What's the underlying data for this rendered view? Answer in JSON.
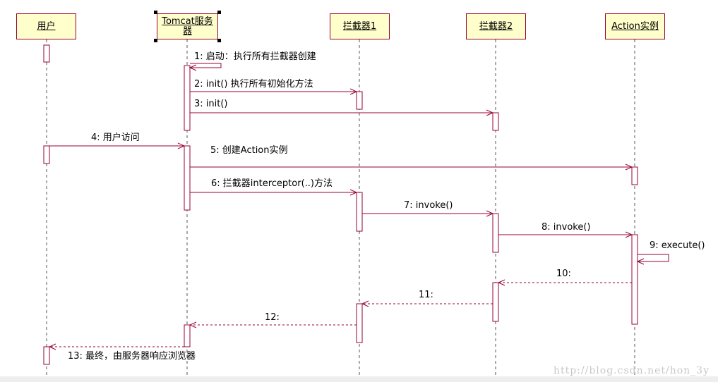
{
  "lifelines": [
    {
      "id": "user",
      "label": "用户"
    },
    {
      "id": "tomcat",
      "label": "Tomcat服务器"
    },
    {
      "id": "int1",
      "label": "拦截器1"
    },
    {
      "id": "int2",
      "label": "拦截器2"
    },
    {
      "id": "action",
      "label": "Action实例"
    }
  ],
  "messages": [
    {
      "num": "1",
      "label": "1: 启动：执行所有拦截器创建",
      "from": "tomcat",
      "to": "tomcat",
      "kind": "self"
    },
    {
      "num": "2",
      "label": "2: init() 执行所有初始化方法",
      "from": "tomcat",
      "to": "int1",
      "kind": "call"
    },
    {
      "num": "3",
      "label": "3: init()",
      "from": "tomcat",
      "to": "int2",
      "kind": "call"
    },
    {
      "num": "4",
      "label": "4: 用户访问",
      "from": "user",
      "to": "tomcat",
      "kind": "call"
    },
    {
      "num": "5",
      "label": "5: 创建Action实例",
      "from": "tomcat",
      "to": "action",
      "kind": "call"
    },
    {
      "num": "6",
      "label": "6: 拦截器interceptor(..)方法",
      "from": "tomcat",
      "to": "int1",
      "kind": "call"
    },
    {
      "num": "7",
      "label": "7: invoke()",
      "from": "int1",
      "to": "int2",
      "kind": "call"
    },
    {
      "num": "8",
      "label": "8: invoke()",
      "from": "int2",
      "to": "action",
      "kind": "call"
    },
    {
      "num": "9",
      "label": "9: execute()",
      "from": "action",
      "to": "action",
      "kind": "self"
    },
    {
      "num": "10",
      "label": "10:",
      "from": "action",
      "to": "int2",
      "kind": "return"
    },
    {
      "num": "11",
      "label": "11:",
      "from": "int2",
      "to": "int1",
      "kind": "return"
    },
    {
      "num": "12",
      "label": "12:",
      "from": "int1",
      "to": "tomcat",
      "kind": "return"
    },
    {
      "num": "13",
      "label": "13: 最终，由服务器响应浏览器",
      "from": "tomcat",
      "to": "user",
      "kind": "return"
    }
  ],
  "watermark": "http://blog.csdn.net/hon_3y",
  "colors": {
    "line": "#990033",
    "box_fill": "#ffffcc",
    "activation_fill": "#ffffff",
    "text": "#000000",
    "watermark": "#c8c8c8"
  }
}
